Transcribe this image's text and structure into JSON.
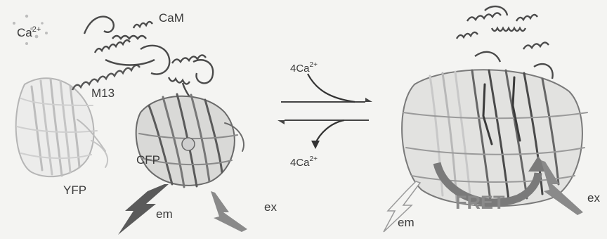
{
  "labels": {
    "ca_ion": "Ca",
    "ca_ion_sup": "2+",
    "cam": "CaM",
    "m13": "M13",
    "yfp": "YFP",
    "cfp": "CFP",
    "em_left": "em",
    "ex_left": "ex",
    "bind_ca": "4Ca",
    "bind_ca_sup": "2+",
    "release_ca": "4Ca",
    "release_ca_sup": "2+",
    "em_right": "em",
    "ex_right": "ex",
    "fret": "FRET"
  },
  "colors": {
    "background": "#f4f4f2",
    "ribbon_dark": "#4a4a4a",
    "ribbon_mid": "#8c8c8c",
    "ribbon_light": "#c8c8c8",
    "bolt_dark": "#5a5a5a",
    "bolt_mid": "#8a8a8a",
    "arrow": "#444444",
    "fret_text": "#8a8a8a"
  },
  "icons": {
    "emission_bolt": "lightning-bolt-icon",
    "excitation_bolt": "lightning-bolt-icon",
    "equilibrium": "equilibrium-arrows-icon",
    "fret_transfer": "curved-arrow-icon"
  }
}
